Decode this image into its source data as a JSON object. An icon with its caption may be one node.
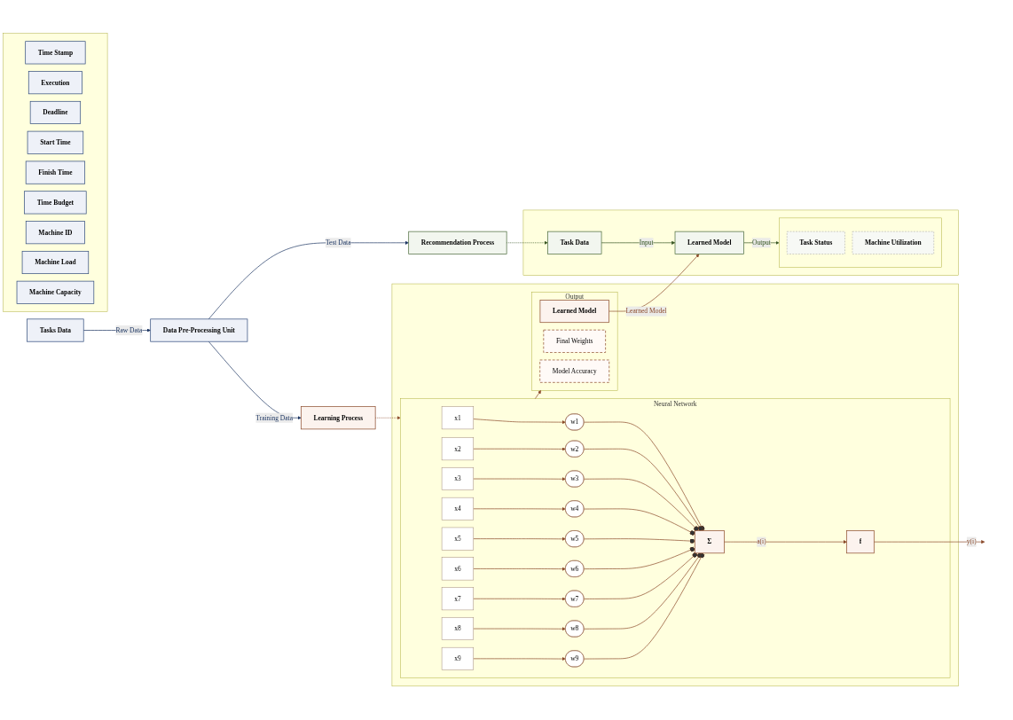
{
  "diagram": {
    "nodes": [
      {
        "text": [
          "Tasks Data"
        ]
      },
      {
        "text": [],
        "shape": "box"
      },
      {
        "text": [
          "Time Stamp"
        ],
        "in": 1
      },
      {
        "text": [
          "Execution"
        ],
        "in": 1
      },
      {
        "text": [
          "Deadline"
        ],
        "in": 1
      },
      {
        "text": [
          "Start Time"
        ],
        "in": 1
      },
      {
        "text": [
          "Finish Time"
        ],
        "in": 1
      },
      {
        "text": [
          "Time Budget"
        ],
        "in": 1
      },
      {
        "text": [
          "Machine ID"
        ],
        "in": 1
      },
      {
        "text": [
          "Machine Load"
        ],
        "in": 1
      },
      {
        "text": [
          "Machine Capacity"
        ],
        "in": 1
      },
      {
        "text": [
          "Data Pre-Processing Unit"
        ]
      },
      {
        "text": [
          "Learning Process"
        ]
      },
      {
        "text": [
          "Recommendation Process"
        ]
      },
      {
        "text": [],
        "shape": "box"
      },
      {
        "text": [
          "Neural Network"
        ],
        "in": 14
      },
      {
        "text": [
          "x1"
        ],
        "in": 15
      },
      {
        "text": [
          "x2"
        ],
        "in": 15
      },
      {
        "text": [
          "x3"
        ],
        "in": 15
      },
      {
        "text": [
          "x4"
        ],
        "in": 15
      },
      {
        "text": [
          "x5"
        ],
        "in": 15
      },
      {
        "text": [
          "x6"
        ],
        "in": 15
      },
      {
        "text": [
          "x7"
        ],
        "in": 15
      },
      {
        "text": [
          "x8"
        ],
        "in": 15
      },
      {
        "text": [
          "x9"
        ],
        "in": 15
      },
      {
        "text": [
          "w1"
        ],
        "in": 15
      },
      {
        "text": [
          "w2"
        ],
        "in": 15
      },
      {
        "text": [
          "w3"
        ],
        "in": 15
      },
      {
        "text": [
          "w4"
        ],
        "in": 15
      },
      {
        "text": [
          "w5"
        ],
        "in": 15
      },
      {
        "text": [
          "w6"
        ],
        "in": 15
      },
      {
        "text": [
          "w7"
        ],
        "in": 15
      },
      {
        "text": [
          "w8"
        ],
        "in": 15
      },
      {
        "text": [
          "w9"
        ],
        "in": 15
      },
      {
        "text": [
          "Σ"
        ],
        "in": 15
      },
      {
        "text": [
          "f"
        ],
        "in": 15
      },
      {
        "text": [
          "Output"
        ],
        "in": 14
      },
      {
        "text": [
          "Learned Model"
        ],
        "in": 36
      },
      {
        "text": [
          "Final Weights"
        ],
        "in": 36
      },
      {
        "text": [
          "Model Accuracy"
        ],
        "in": 36
      },
      {
        "text": [],
        "shape": "box"
      },
      {
        "text": [
          "Task Data"
        ],
        "in": 40
      },
      {
        "text": [
          "Learned Model"
        ],
        "in": 40
      },
      {
        "text": [],
        "shape": "box",
        "in": 40
      },
      {
        "text": [
          "Task Status"
        ],
        "in": 43
      },
      {
        "text": [
          "Machine Utilization"
        ],
        "in": 43
      }
    ],
    "edges": [
      {
        "from": 0,
        "to": 11,
        "arrow": "to",
        "label": "Raw Data",
        "color": "#1f3864"
      },
      {
        "from": 11,
        "to": 12,
        "arrow": "to",
        "label": "Training Data",
        "color": "#1f3864"
      },
      {
        "from": 11,
        "to": 13,
        "arrow": "to",
        "label": "Test Data",
        "color": "#1f3864"
      },
      {
        "from": 12,
        "to": 15,
        "arrow": "to",
        "style": "dashed"
      },
      {
        "from": 16,
        "to": 25,
        "arrow": "to"
      },
      {
        "from": 17,
        "to": 26,
        "arrow": "to"
      },
      {
        "from": 18,
        "to": 27,
        "arrow": "to"
      },
      {
        "from": 19,
        "to": 28,
        "arrow": "to"
      },
      {
        "from": 20,
        "to": 29,
        "arrow": "to"
      },
      {
        "from": 21,
        "to": 30,
        "arrow": "to"
      },
      {
        "from": 22,
        "to": 31,
        "arrow": "to"
      },
      {
        "from": 23,
        "to": 32,
        "arrow": "to"
      },
      {
        "from": 24,
        "to": 33,
        "arrow": "to"
      },
      {
        "from": 25,
        "to": 34,
        "arrow": "other"
      },
      {
        "from": 26,
        "to": 34,
        "arrow": "other"
      },
      {
        "from": 27,
        "to": 34,
        "arrow": "other"
      },
      {
        "from": 28,
        "to": 34,
        "arrow": "other"
      },
      {
        "from": 29,
        "to": 34,
        "arrow": "other"
      },
      {
        "from": 30,
        "to": 34,
        "arrow": "other"
      },
      {
        "from": 31,
        "to": 34,
        "arrow": "other"
      },
      {
        "from": 32,
        "to": 34,
        "arrow": "other"
      },
      {
        "from": 33,
        "to": 34,
        "arrow": "other"
      },
      {
        "from": 34,
        "to": 35,
        "arrow": "to",
        "label": "a(i)"
      },
      {
        "from": 35,
        "to": null,
        "arrow": "to",
        "label": "y(i)"
      },
      {
        "from": 15,
        "to": 36,
        "arrow": "to"
      },
      {
        "from": 37,
        "to": 42,
        "arrow": "to",
        "label": "Learned Model"
      },
      {
        "from": 13,
        "to": 41,
        "arrow": "to",
        "style": "dashed",
        "color": "#375623"
      },
      {
        "from": 41,
        "to": 42,
        "arrow": "to",
        "label": "Input",
        "color": "#375623"
      },
      {
        "from": 42,
        "to": 43,
        "arrow": "to",
        "label": "Output",
        "color": "#375623"
      }
    ]
  }
}
